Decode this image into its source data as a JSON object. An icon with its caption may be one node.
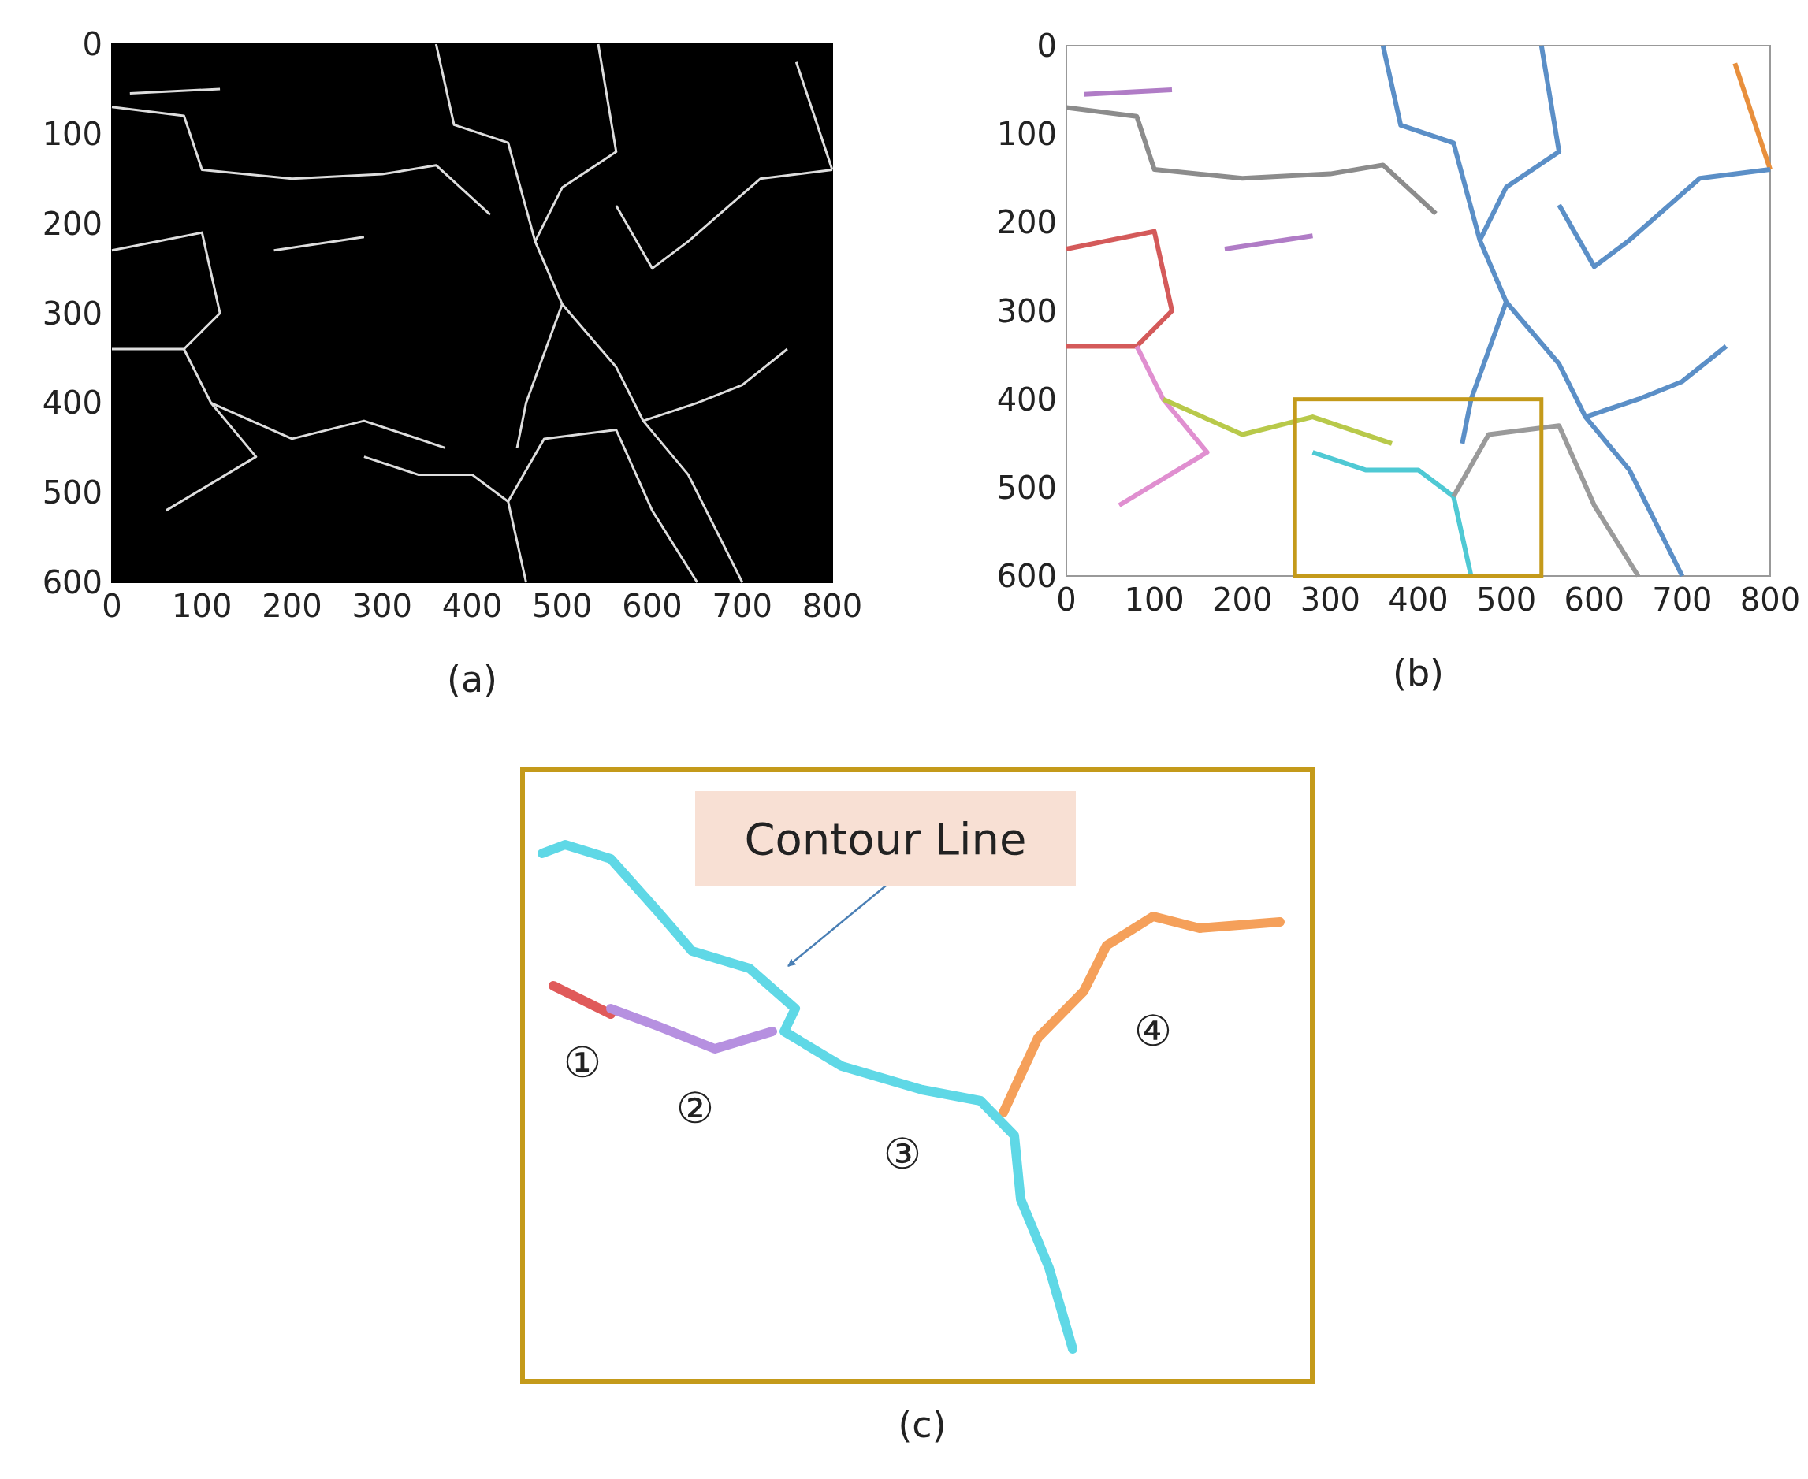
{
  "diagram": {
    "nodes": [
      {
        "text": [
          "Contour Line"
        ]
      },
      {
        "text": [],
        "shape": "line"
      }
    ],
    "edges": [
      {
        "from": 0,
        "to": 1,
        "arrow": "to"
      }
    ],
    "labels": [
      "0",
      "100",
      "200",
      "300",
      "400",
      "500",
      "600",
      "0",
      "100",
      "200",
      "300",
      "400",
      "500",
      "600",
      "700",
      "800",
      "(a)",
      "0",
      "100",
      "200",
      "300",
      "400",
      "500",
      "600",
      "0",
      "100",
      "200",
      "300",
      "400",
      "500",
      "600",
      "700",
      "800",
      "(b)",
      "①",
      "②",
      "③",
      "④",
      "(c)"
    ]
  }
}
